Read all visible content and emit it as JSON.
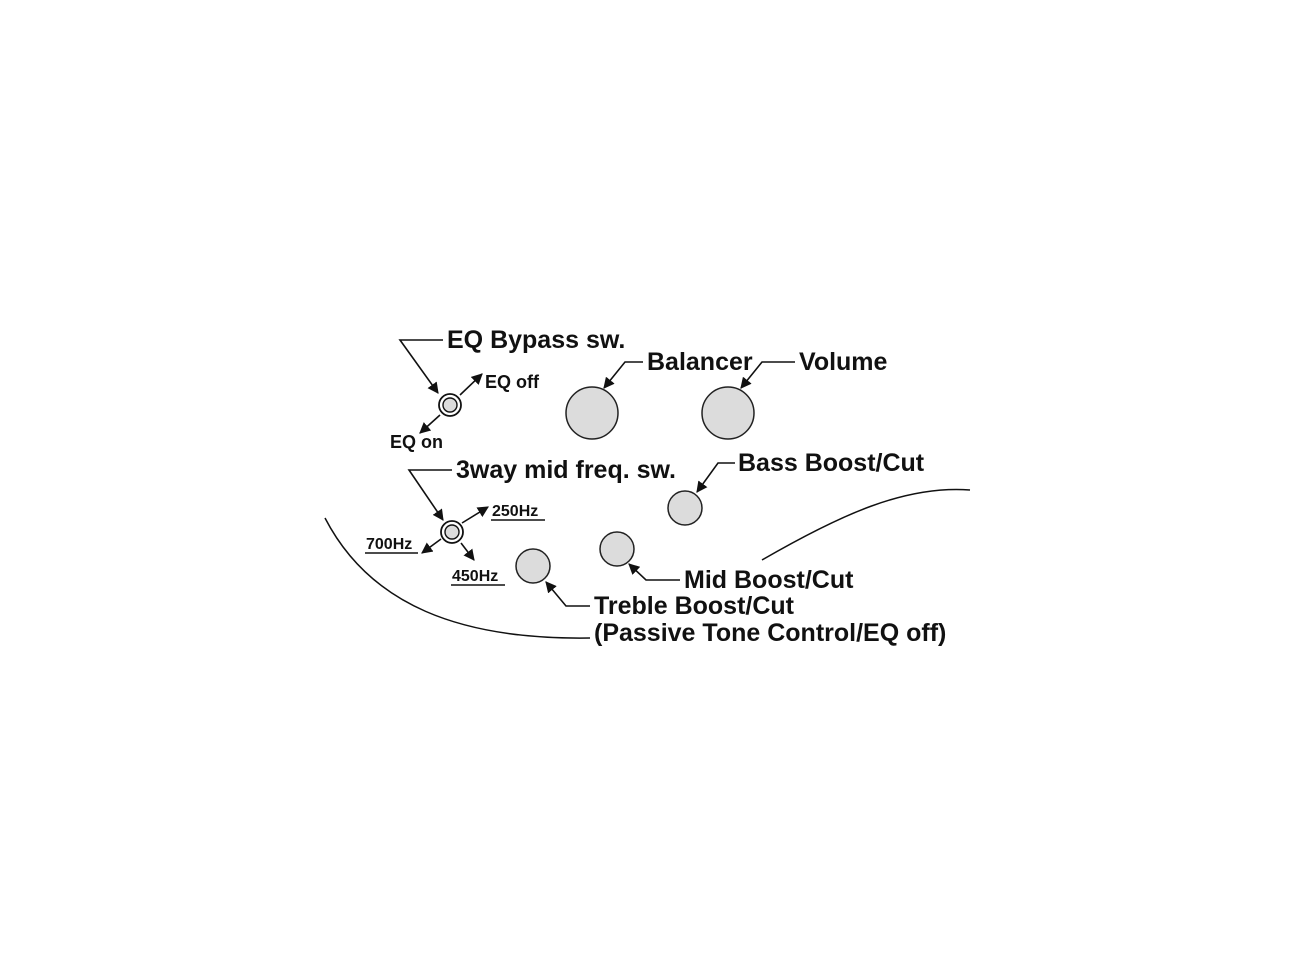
{
  "labels": {
    "eq_bypass": "EQ Bypass sw.",
    "eq_off": "EQ off",
    "eq_on": "EQ on",
    "balancer": "Balancer",
    "volume": "Volume",
    "mid_freq_switch": "3way mid freq. sw.",
    "freq_250": "250Hz",
    "freq_700": "700Hz",
    "freq_450": "450Hz",
    "bass": "Bass Boost/Cut",
    "mid": "Mid Boost/Cut",
    "treble": "Treble Boost/Cut",
    "treble_note": "(Passive Tone Control/EQ off)"
  },
  "colors": {
    "ink": "#111111",
    "knob_fill": "#dcdcdc",
    "background": "#ffffff"
  }
}
